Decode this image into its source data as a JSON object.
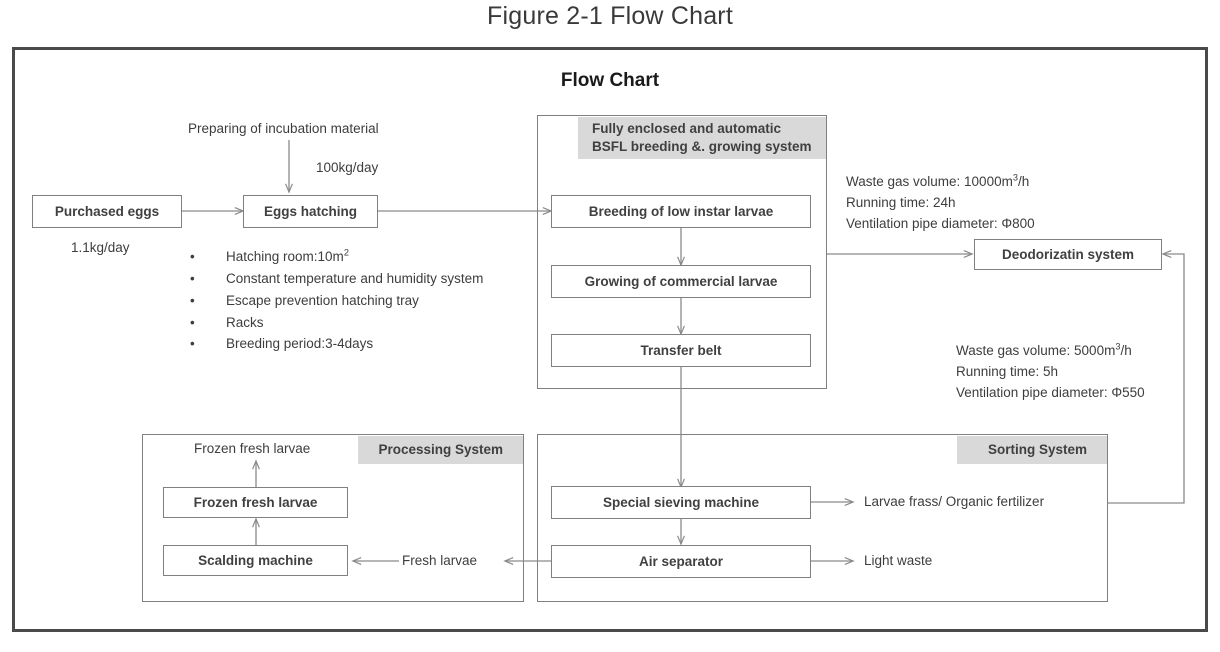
{
  "figure": {
    "caption": "Figure 2-1 Flow Chart",
    "heading": "Flow Chart"
  },
  "colors": {
    "frame": "#4a4a4a",
    "box_border": "#808080",
    "group_header_bg": "#d9d9d9",
    "text": "#404040",
    "connector": "#8a8a8a"
  },
  "boxes": {
    "purchased_eggs": "Purchased eggs",
    "eggs_hatching": "Eggs hatching",
    "breeding_low_instar": "Breeding of low instar larvae",
    "growing_commercial": "Growing of commercial larvae",
    "transfer_belt": "Transfer belt",
    "deodorization": "Deodorizatin system",
    "special_sieving": "Special sieving machine",
    "air_separator": "Air separator",
    "frozen_fresh_larvae": "Frozen fresh larvae",
    "scalding_machine": "Scalding machine"
  },
  "groups": {
    "bsfl": {
      "header_line1": "Fully enclosed and automatic",
      "header_line2": "BSFL breeding &. growing system"
    },
    "processing": {
      "header": "Processing System"
    },
    "sorting": {
      "header": "Sorting System"
    }
  },
  "labels": {
    "preparing_material": "Preparing of incubation material",
    "incubation_rate": "100kg/day",
    "eggs_rate": "1.1kg/day",
    "frozen_output": "Frozen fresh larvae",
    "fresh_larvae": "Fresh larvae",
    "larvae_frass": "Larvae frass/ Organic fertilizer",
    "light_waste": "Light waste"
  },
  "notes": {
    "upper": {
      "line1_prefix": "Waste gas volume: 10000m",
      "line1_sup": "3",
      "line1_suffix": "/h",
      "line2": "Running time: 24h",
      "line3": "Ventilation pipe diameter: Φ800"
    },
    "lower": {
      "line1_prefix": "Waste gas volume: 5000m",
      "line1_sup": "3",
      "line1_suffix": "/h",
      "line2": "Running time: 5h",
      "line3": "Ventilation pipe diameter: Φ550"
    }
  },
  "hatching_specs": [
    {
      "bullet": "•",
      "text_prefix": "Hatching room:10m",
      "sup": "2",
      "text_suffix": ""
    },
    {
      "bullet": "•",
      "text_prefix": "Constant temperature and humidity system",
      "sup": "",
      "text_suffix": ""
    },
    {
      "bullet": "•",
      "text_prefix": "Escape prevention hatching tray",
      "sup": "",
      "text_suffix": ""
    },
    {
      "bullet": "•",
      "text_prefix": "Racks",
      "sup": "",
      "text_suffix": ""
    },
    {
      "bullet": "•",
      "text_prefix": "Breeding period:3-4days",
      "sup": "",
      "text_suffix": ""
    }
  ]
}
